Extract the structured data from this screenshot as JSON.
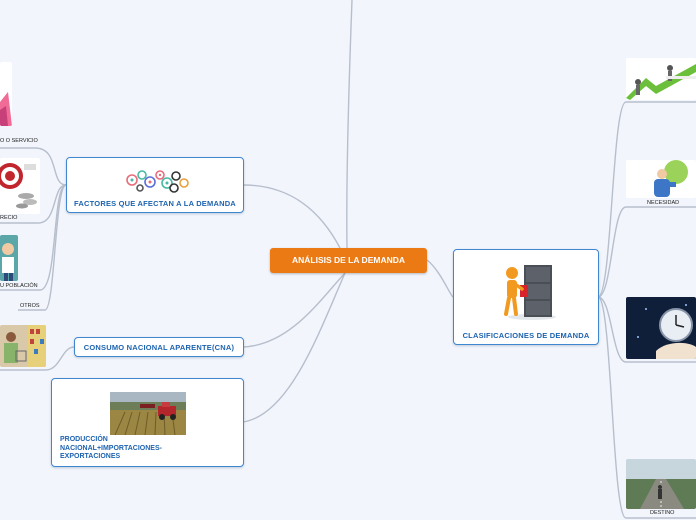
{
  "central": {
    "label": "ANÁLISIS DE LA DEMANDA"
  },
  "left_topics": {
    "factores": {
      "label": "FACTORES QUE AFECTAN A LA DEMANDA",
      "icon": "gears-icon"
    },
    "consumo": {
      "label": "CONSUMO NACIONAL APARENTE(CNA)"
    },
    "produccion": {
      "label": "PRODUCCIÓN NACIONAL+IMPORTACIONES-EXPORTACIONES",
      "lines": [
        "PRODUCCIÓN",
        "NACIONAL+IMPORTACIONES-",
        "EXPORTACIONES"
      ],
      "image": "harvester-photo"
    }
  },
  "left_subtopics": {
    "producto": "O O SERVICIO",
    "precio": "RECIO",
    "poblacion": "U POBLACIÓN",
    "otros": "OTROS"
  },
  "right_topics": {
    "clasificaciones": {
      "label": "CLASIFICACIONES DE DEMANDA",
      "image": "filing-cabinet-figure"
    }
  },
  "right_subtopics": {
    "oportunidad": {
      "label": "",
      "image": "opportunity-arrow-image"
    },
    "necesidad": {
      "label": "NECESIDAD",
      "image": "thinking-figure-image"
    },
    "temporalidad": {
      "label": "",
      "image": "clock-hands-photo"
    },
    "destino": {
      "label": "DESTINO",
      "image": "road-photo"
    }
  },
  "colors": {
    "background": "#f2f5fc",
    "central_fill": "#ec7a14",
    "topic_border": "#3f87cf",
    "topic_text": "#1e63b0",
    "link": "#b7bfcc"
  }
}
